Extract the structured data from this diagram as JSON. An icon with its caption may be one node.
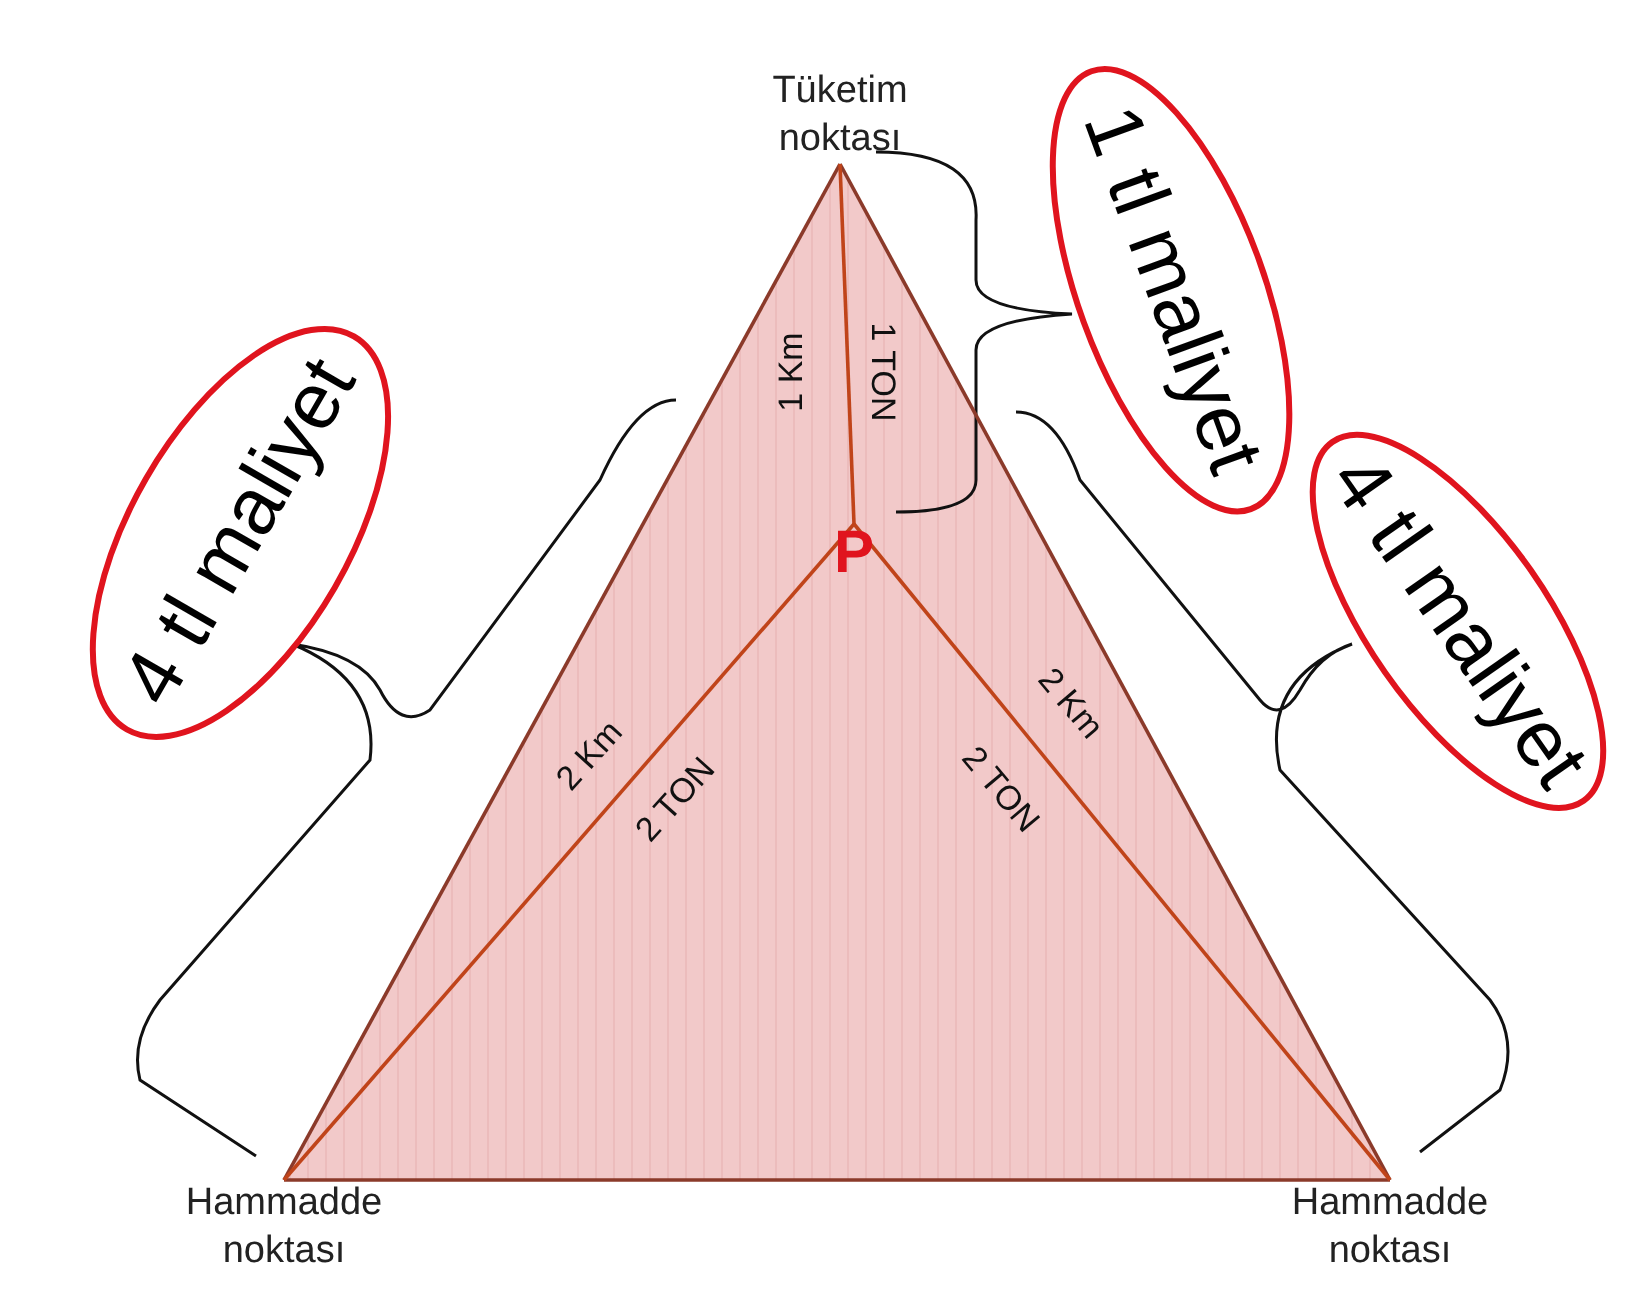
{
  "diagram": {
    "nodes": [
      {
        "text": [
          "Tüketim noktası"
        ]
      },
      {
        "text": [
          "1 tl maliyet"
        ]
      },
      {
        "text": [
          "4 tl maliyet"
        ]
      },
      {
        "text": [
          "4 tl maliyet"
        ]
      },
      {
        "text": [
          "P"
        ]
      },
      {
        "text": [
          "Hammadde noktası"
        ]
      },
      {
        "text": [
          "Hammadde noktası"
        ]
      }
    ],
    "edges": [
      {
        "from": 0,
        "to": 5,
        "arrow": "none"
      },
      {
        "from": 0,
        "to": 6,
        "arrow": "none"
      },
      {
        "from": 5,
        "to": 6,
        "arrow": "none"
      },
      {
        "from": 0,
        "to": 4,
        "arrow": "none",
        "label": "1 Km",
        "color": "#c0441a"
      },
      {
        "from": 4,
        "to": 5,
        "arrow": "none",
        "label": "2 Km",
        "color": "#c0441a"
      },
      {
        "from": 4,
        "to": 6,
        "arrow": "none",
        "label": "2 Km",
        "color": "#c0441a"
      }
    ],
    "labels": [
      "1 TON",
      "2 TON",
      "2 TON"
    ]
  }
}
